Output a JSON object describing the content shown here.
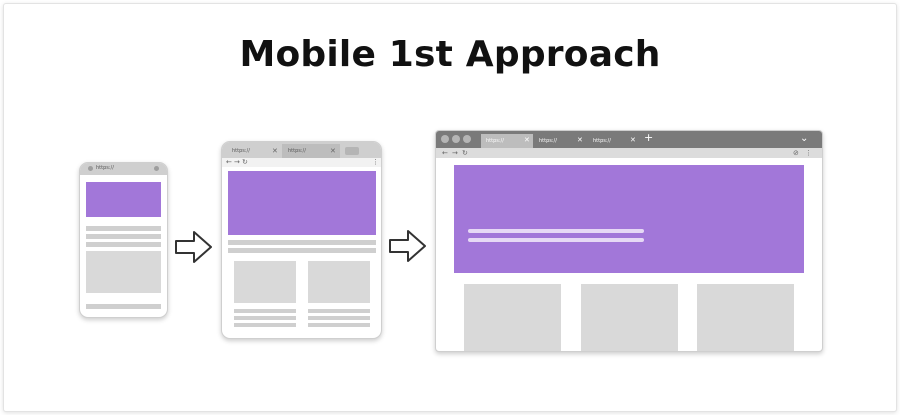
{
  "title": "Mobile 1st Approach",
  "mobile": {
    "url": "https://"
  },
  "tablet": {
    "tabs": [
      "https://",
      "https://"
    ]
  },
  "desktop": {
    "tabs": [
      "https://",
      "https://",
      "https://"
    ]
  },
  "colors": {
    "accent": "#a277d9",
    "placeholder": "#d9d9d9",
    "chrome": "#cfcfcf"
  },
  "icons": [
    "arrow-right-outline-icon",
    "close-icon",
    "plus-icon",
    "chevron-down-icon",
    "back-icon",
    "forward-icon",
    "refresh-icon"
  ]
}
